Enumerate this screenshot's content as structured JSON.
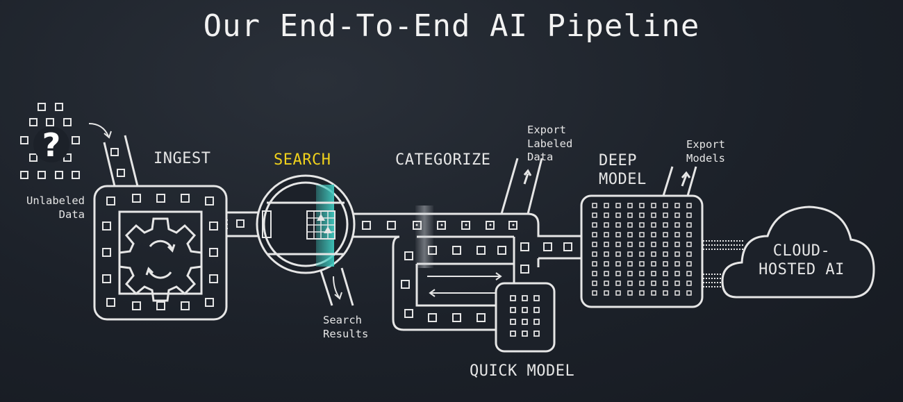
{
  "title": "Our End-To-End AI Pipeline",
  "colors": {
    "background": "#1c2129",
    "line": "#e6e6e6",
    "highlight": "#f0d21c",
    "scan": "#3fc7bd"
  },
  "labels": {
    "unlabeled_data": "Unlabeled\nData",
    "ingest": "INGEST",
    "search": "SEARCH",
    "categorize": "CATEGORIZE",
    "export_labeled_data": "Export\nLabeled\nData",
    "deep_model": "DEEP\nMODEL",
    "export_models": "Export\nModels",
    "cloud_hosted_ai": "CLOUD-\nHOSTED AI",
    "search_results": "Search\nResults",
    "quick_model": "QUICK MODEL",
    "question_mark": "?"
  },
  "icons": [
    "question-icon",
    "gear-icon",
    "magnifier-icon",
    "cloud-icon",
    "arrow-icon"
  ]
}
